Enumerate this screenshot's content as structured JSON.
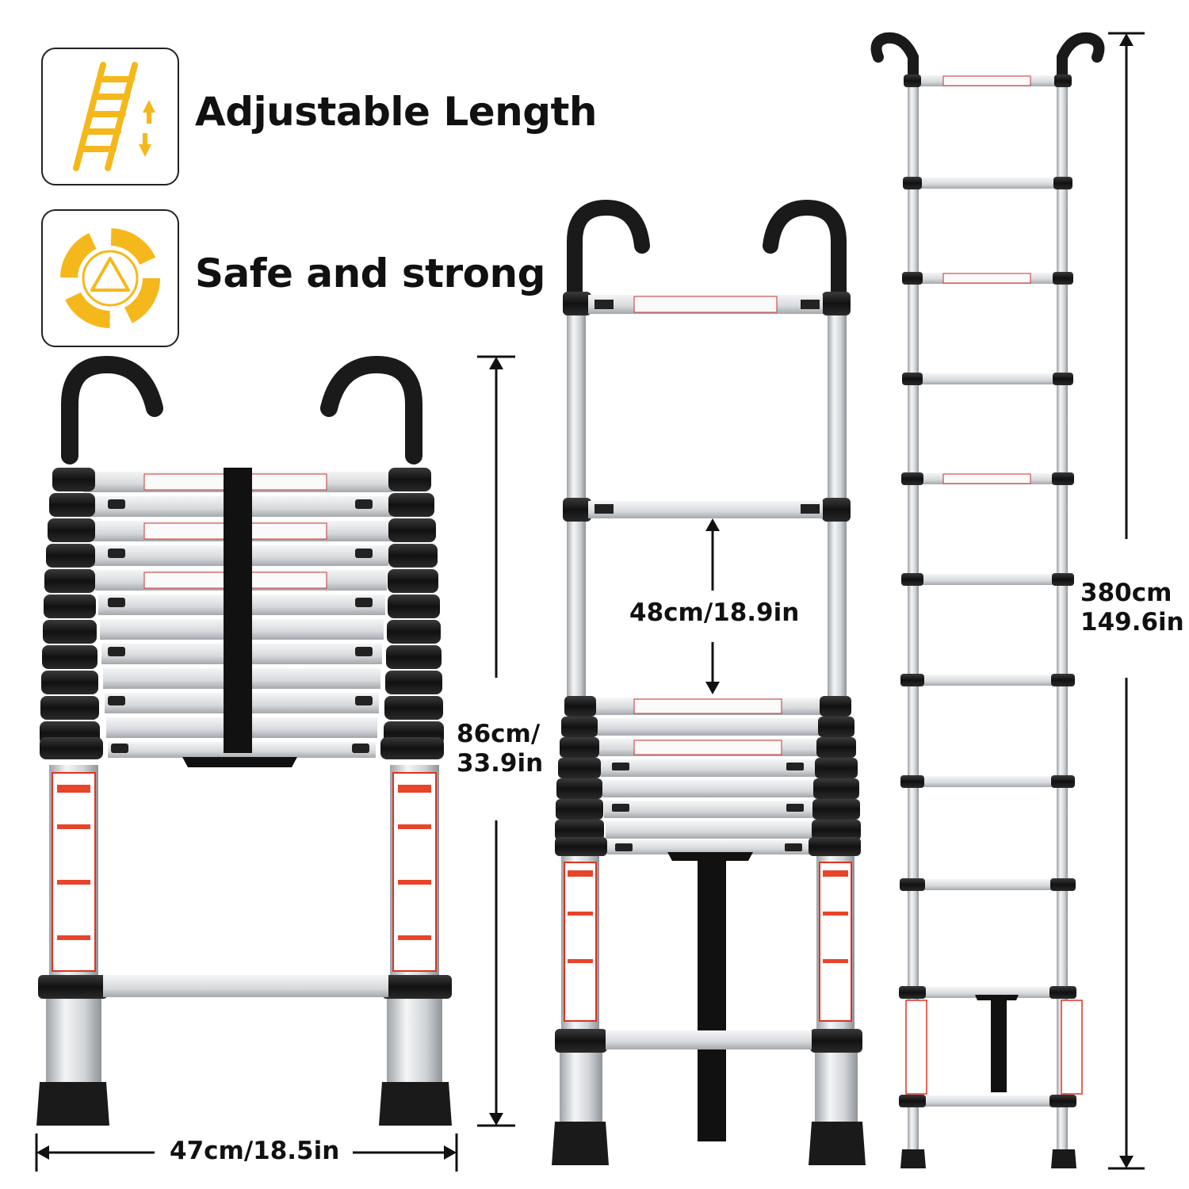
{
  "features": [
    {
      "label": "Adjustable Length",
      "icon": "ladder-adjust-icon"
    },
    {
      "label": "Safe and strong",
      "icon": "safety-ring-triangle-icon"
    }
  ],
  "dimensions": {
    "closed_height_line1": "86cm/",
    "closed_height_line2": "33.9in",
    "width": "47cm/18.5in",
    "rung_spacing": "48cm/18.9in",
    "extended_height_line1": "380cm",
    "extended_height_line2": "149.6in"
  },
  "colors": {
    "accent": "#F5B81C",
    "text": "#111111",
    "ladder_black": "#1a1a1a",
    "aluminum": "#d9dcdf"
  }
}
